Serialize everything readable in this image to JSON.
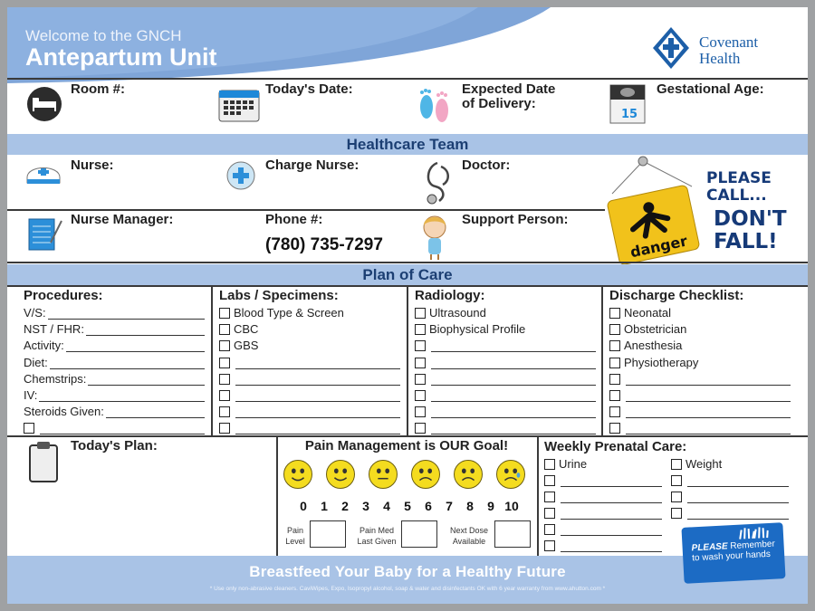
{
  "header": {
    "welcome": "Welcome to the GNCH",
    "unit": "Antepartum Unit",
    "logo_line1": "Covenant",
    "logo_line2": "Health"
  },
  "top_fields": {
    "room": "Room #:",
    "todays_date": "Today's Date:",
    "expected_delivery_1": "Expected Date",
    "expected_delivery_2": "of Delivery:",
    "gestational_age": "Gestational Age:"
  },
  "healthcare_team": {
    "title": "Healthcare Team",
    "nurse": "Nurse:",
    "charge_nurse": "Charge Nurse:",
    "doctor": "Doctor:",
    "nurse_manager": "Nurse Manager:",
    "phone_label": "Phone #:",
    "phone_number": "(780) 735-7297",
    "support_person": "Support Person:"
  },
  "fall_sign": {
    "please_call_1": "PLEASE",
    "please_call_2": "CALL...",
    "dont_1": "DON'T",
    "dont_2": "FALL!",
    "danger": "danger",
    "calendar_day": "15"
  },
  "plan_of_care": {
    "title": "Plan of Care",
    "procedures": {
      "title": "Procedures:",
      "items": [
        "V/S:",
        "NST / FHR:",
        "Activity:",
        "Diet:",
        "Chemstrips:",
        "IV:",
        "Steroids Given:"
      ]
    },
    "labs": {
      "title": "Labs / Specimens:",
      "items": [
        "Blood Type & Screen",
        "CBC",
        "GBS"
      ]
    },
    "radiology": {
      "title": "Radiology:",
      "items": [
        "Ultrasound",
        "Biophysical Profile"
      ]
    },
    "discharge": {
      "title": "Discharge Checklist:",
      "items": [
        "Neonatal",
        "Obstetrician",
        "Anesthesia",
        "Physiotherapy"
      ]
    }
  },
  "bottom": {
    "todays_plan": "Today's Plan:",
    "pain_title": "Pain Management is OUR Goal!",
    "pain_scale": [
      "0",
      "1",
      "2",
      "3",
      "4",
      "5",
      "6",
      "7",
      "8",
      "9",
      "10"
    ],
    "pain_level_1": "Pain",
    "pain_level_2": "Level",
    "pain_med_1": "Pain Med",
    "pain_med_2": "Last Given",
    "next_dose_1": "Next Dose",
    "next_dose_2": "Available",
    "weekly_title": "Weekly Prenatal Care:",
    "weekly_items": [
      "Urine",
      "Weight"
    ]
  },
  "footer": {
    "slogan": "Breastfeed Your Baby for a Healthy Future",
    "fine_print": "* Use only non-abrasive cleaners. CaviWipes, Expo, Isopropyl alcohol, soap & water and disinfectants OK with 6 year warranty from www.ahutton.com *",
    "wash_please": "PLEASE",
    "wash_1": "Remember",
    "wash_2": "to wash your hands"
  },
  "colors": {
    "band": "#a9c3e6",
    "band_text": "#1c3f73",
    "brand_blue": "#1d5fa8",
    "face_yellow": "#f4dc1f"
  }
}
